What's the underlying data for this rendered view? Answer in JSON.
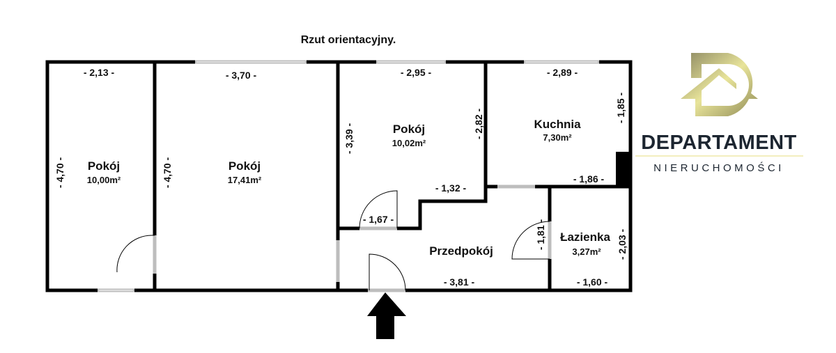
{
  "title": "Rzut orientacyjny.",
  "rooms": [
    {
      "name": "Pokój",
      "area": "10,00m²"
    },
    {
      "name": "Pokój",
      "area": "17,41m²"
    },
    {
      "name": "Pokój",
      "area": "10,02m²"
    },
    {
      "name": "Kuchnia",
      "area": "7,30m²"
    },
    {
      "name": "Przedpokój"
    },
    {
      "name": "Łazienka",
      "area": "3,27m²"
    }
  ],
  "dimensions": {
    "d213": "- 2,13 -",
    "d370": "- 3,70 -",
    "d295": "- 2,95 -",
    "d289": "- 2,89 -",
    "d470a": "- 4,70 -",
    "d470b": "- 4,70 -",
    "d339": "- 3,39 -",
    "d282": "- 2,82 -",
    "d185": "- 1,85 -",
    "d186": "- 1,86 -",
    "d132": "- 1,32 -",
    "d167": "- 1,67 -",
    "d181": "- 1,81 -",
    "d203": "- 2,03 -",
    "d381": "- 3,81 -",
    "d160": "- 1,60 -"
  },
  "logo": {
    "name": "DEPARTAMENT",
    "subtitle": "NIERUCHOMOŚCI"
  },
  "colors": {
    "wall": "#000000",
    "opening": "#bdbdbd",
    "logo_gold": "#c9c06a",
    "logo_text": "#1c2530"
  }
}
